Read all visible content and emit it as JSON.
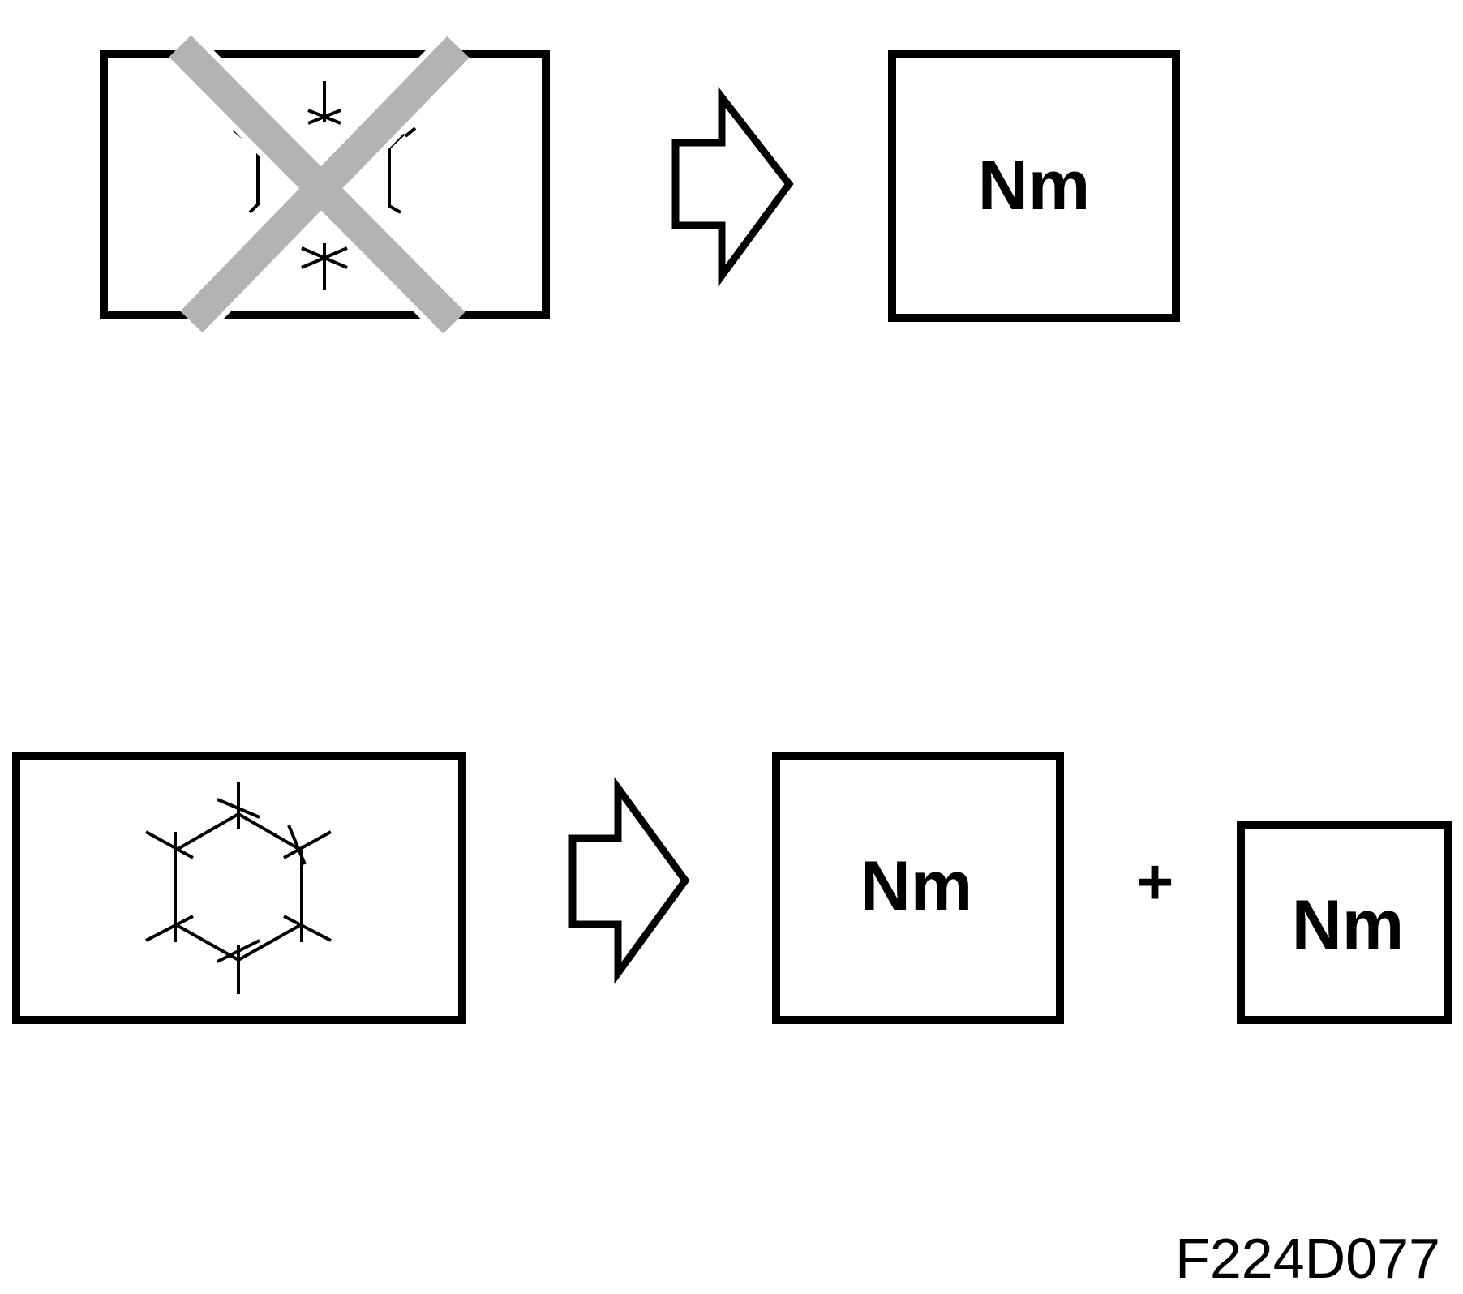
{
  "top_row": {
    "result_label": "Nm"
  },
  "bottom_row": {
    "result_label_1": "Nm",
    "plus": "+",
    "result_label_2": "Nm"
  },
  "figure_code": "F224D077",
  "colors": {
    "line": "#000000",
    "cross_out": "#b3b3b3",
    "background": "#ffffff"
  }
}
